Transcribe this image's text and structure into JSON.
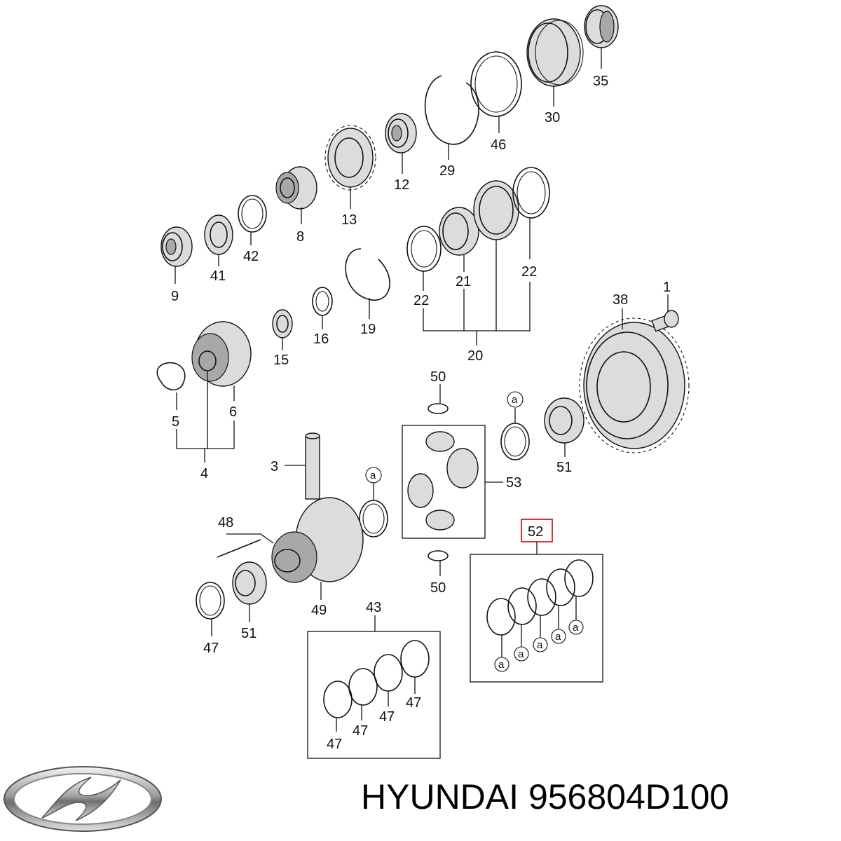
{
  "brand": "HYUNDAI",
  "part_number": "956804D100",
  "highlighted_label": "52",
  "highlight_color": "#d21f1f",
  "labels": {
    "l35": "35",
    "l30": "30",
    "l46": "46",
    "l29": "29",
    "l12": "12",
    "l13": "13",
    "l8": "8",
    "l42": "42",
    "l41": "41",
    "l9": "9",
    "l22a": "22",
    "l21": "21",
    "l22b": "22",
    "l20": "20",
    "l19": "19",
    "l16": "16",
    "l15": "15",
    "l38": "38",
    "l1": "1",
    "l6": "6",
    "l5": "5",
    "l4": "4",
    "l50a": "50",
    "l50b": "50",
    "la1": "a",
    "la2": "a",
    "l53": "53",
    "l51a": "51",
    "l3": "3",
    "l48": "48",
    "l49": "49",
    "l51b": "51",
    "l47a": "47",
    "l43": "43",
    "l47b": "47",
    "l47c": "47",
    "l47d": "47",
    "l47e": "47",
    "a1": "a",
    "a2": "a",
    "a3": "a",
    "a4": "a",
    "a5": "a"
  }
}
